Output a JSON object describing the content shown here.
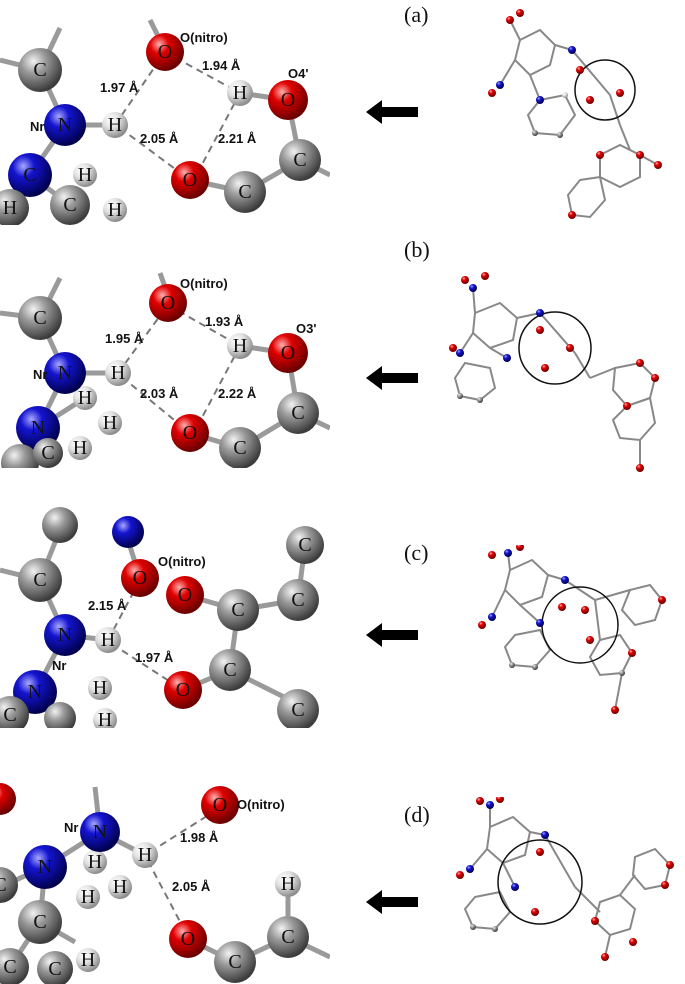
{
  "panels": [
    {
      "id": "a",
      "label": "(a)",
      "atoms": {
        "nitro": "O(nitro)",
        "nr": "Nr",
        "hydroxyl_o": "O4'"
      },
      "distances": {
        "nitro_nh": "1.97 Å",
        "nitro_oh": "1.94 Å",
        "nh_carbonyl": "2.05 Å",
        "oh_carbonyl": "2.21 Å"
      }
    },
    {
      "id": "b",
      "label": "(b)",
      "atoms": {
        "nitro": "O(nitro)",
        "nr": "Nr",
        "hydroxyl_o": "O3'"
      },
      "distances": {
        "nitro_nh": "1.95 Å",
        "nitro_oh": "1.93 Å",
        "nh_carbonyl": "2.03 Å",
        "oh_carbonyl": "2.22 Å"
      }
    },
    {
      "id": "c",
      "label": "(c)",
      "atoms": {
        "nitro": "O(nitro)",
        "nr": "Nr"
      },
      "distances": {
        "nitro_nh": "2.15 Å",
        "nh_carbonyl": "1.97 Å"
      }
    },
    {
      "id": "d",
      "label": "(d)",
      "atoms": {
        "nitro": "O(nitro)",
        "nr": "Nr"
      },
      "distances": {
        "nh_nitro": "1.98 Å",
        "nh_carbonyl": "2.05 Å"
      }
    }
  ],
  "element_symbols": {
    "carbon": "C",
    "nitrogen": "N",
    "oxygen": "O",
    "hydrogen": "H"
  },
  "colors": {
    "carbon": "#8c8c8c",
    "nitrogen": "#1a1acc",
    "oxygen": "#d40000",
    "hydrogen": "#e6e6e6",
    "arrow": "#000000"
  }
}
